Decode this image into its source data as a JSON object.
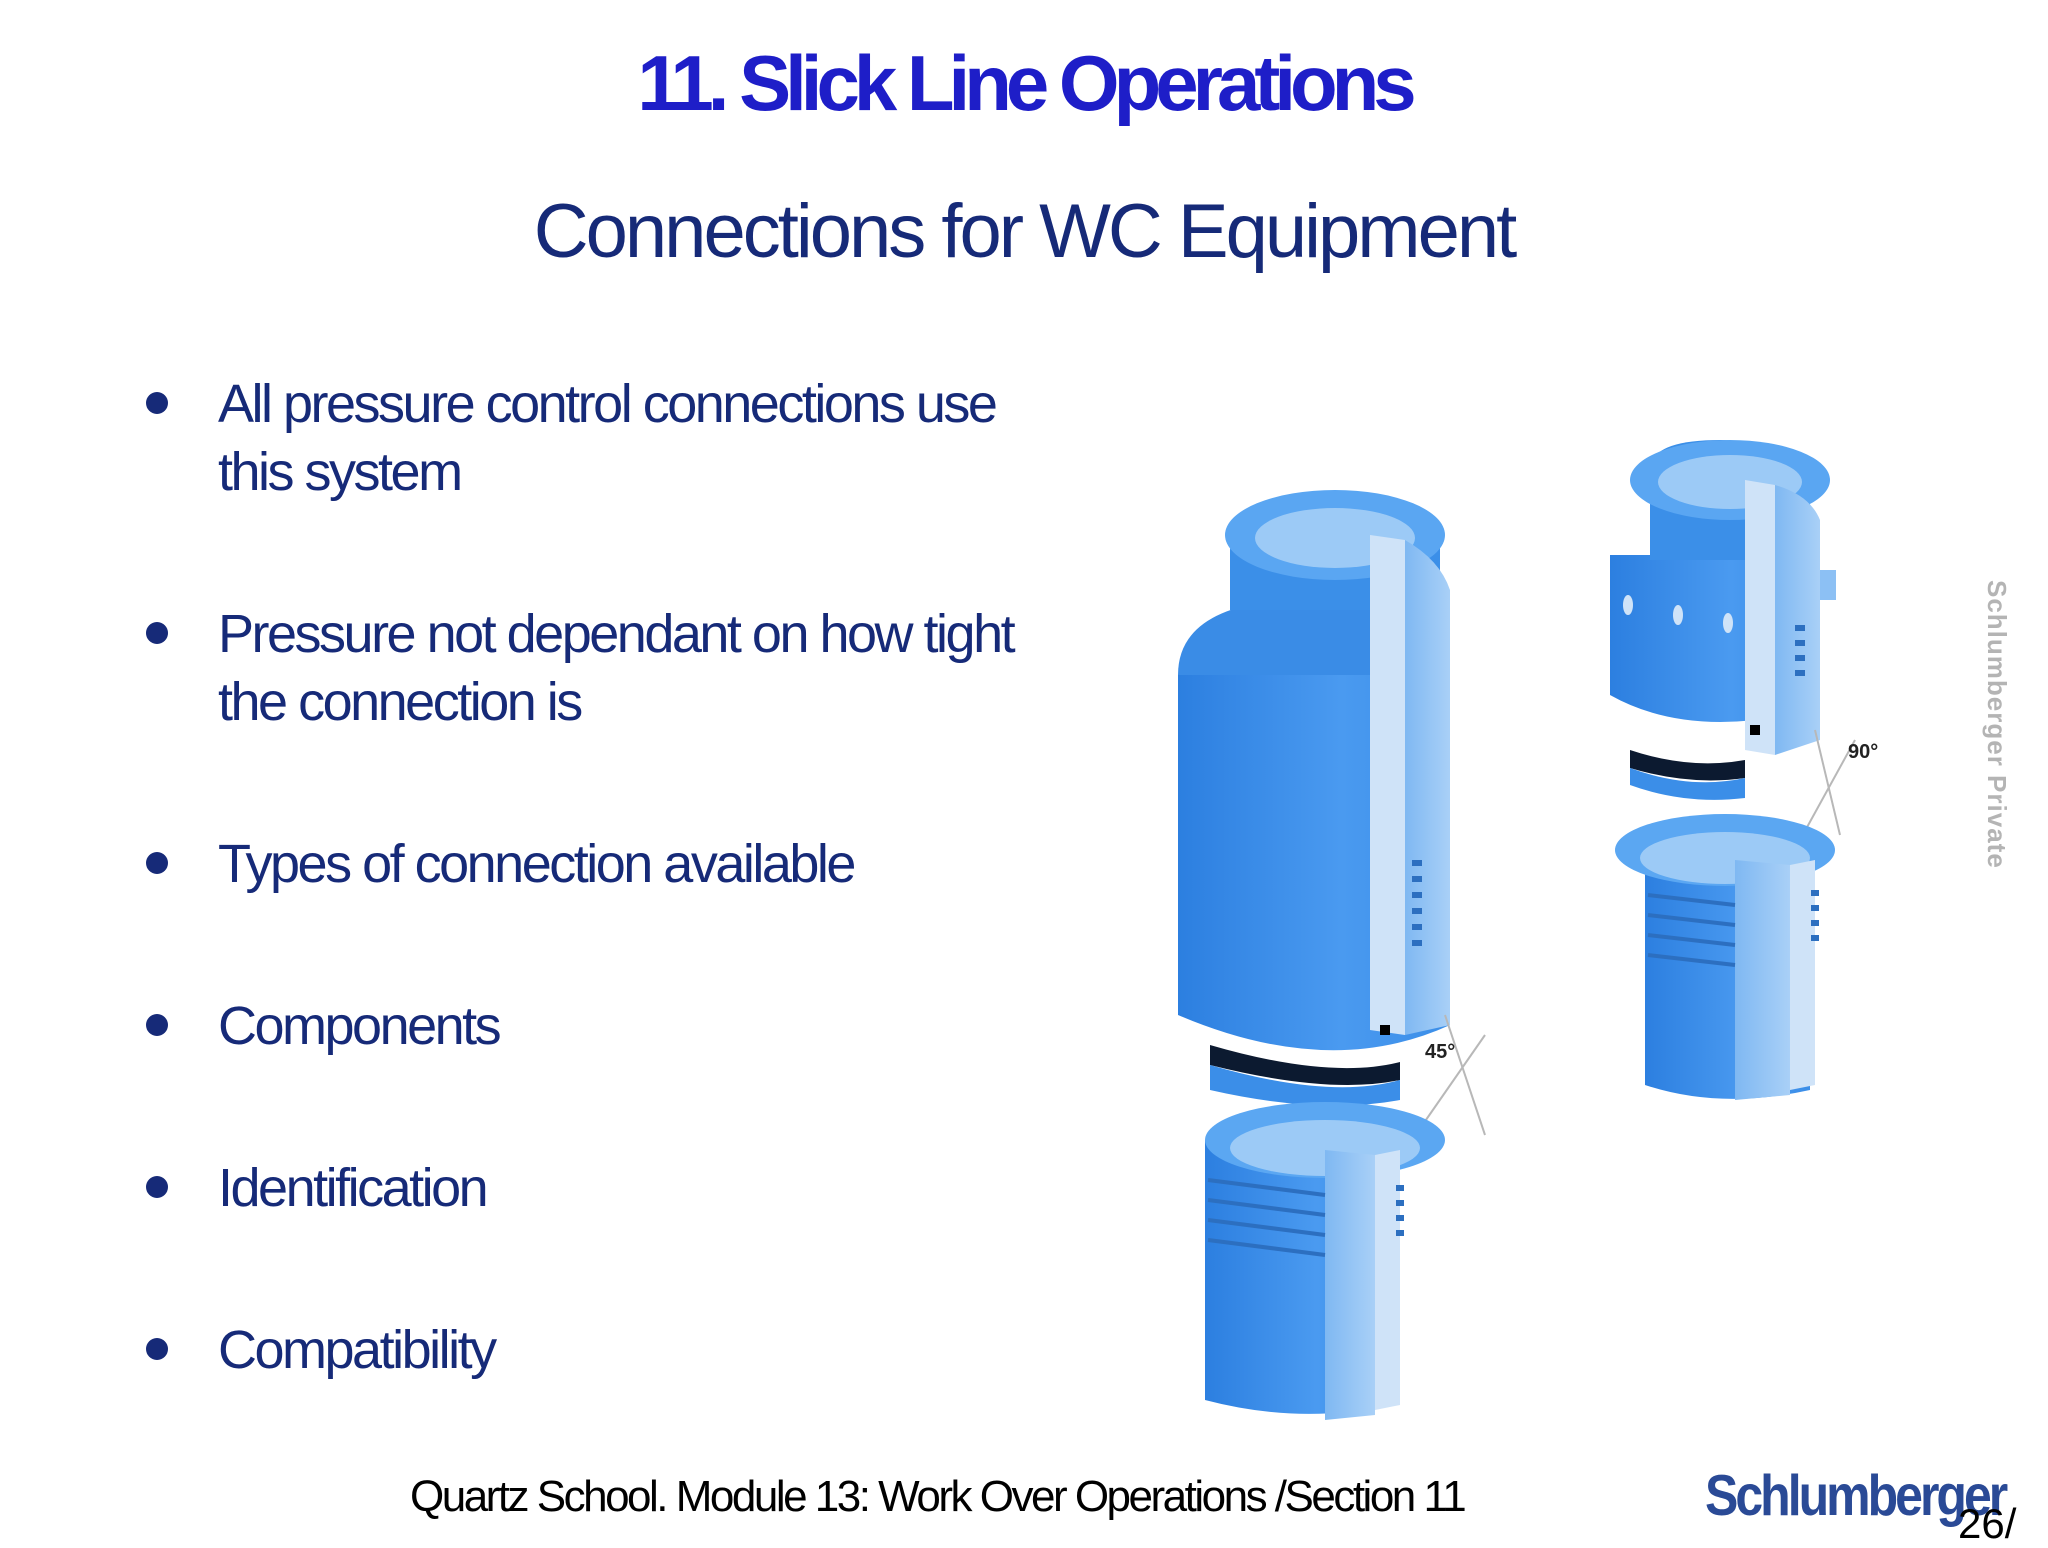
{
  "slide": {
    "title": "11. Slick Line Operations",
    "subtitle": "Connections for WC Equipment",
    "bullets": [
      {
        "line1": "All pressure control connections use",
        "line2": "this system"
      },
      {
        "line1": "Pressure not dependant on how tight",
        "line2": "the connection is"
      },
      {
        "line1": "Types of connection available",
        "line2": ""
      },
      {
        "line1": "Components",
        "line2": ""
      },
      {
        "line1": "Identification",
        "line2": ""
      },
      {
        "line1": "Compatibility",
        "line2": ""
      }
    ],
    "figure": {
      "angle_left": "45°",
      "angle_right": "90°"
    },
    "side_label": "Schlumberger Private",
    "footer": "Quartz School.  Module 13: Work Over Operations /Section 11",
    "logo": "Schlumberger",
    "page_number": "26/"
  },
  "colors": {
    "title": "#1e1ec8",
    "text": "#162a78",
    "metal_dark": "#3d8ee8",
    "metal_light": "#8cc0f4",
    "metal_pale": "#cfe3f8"
  }
}
